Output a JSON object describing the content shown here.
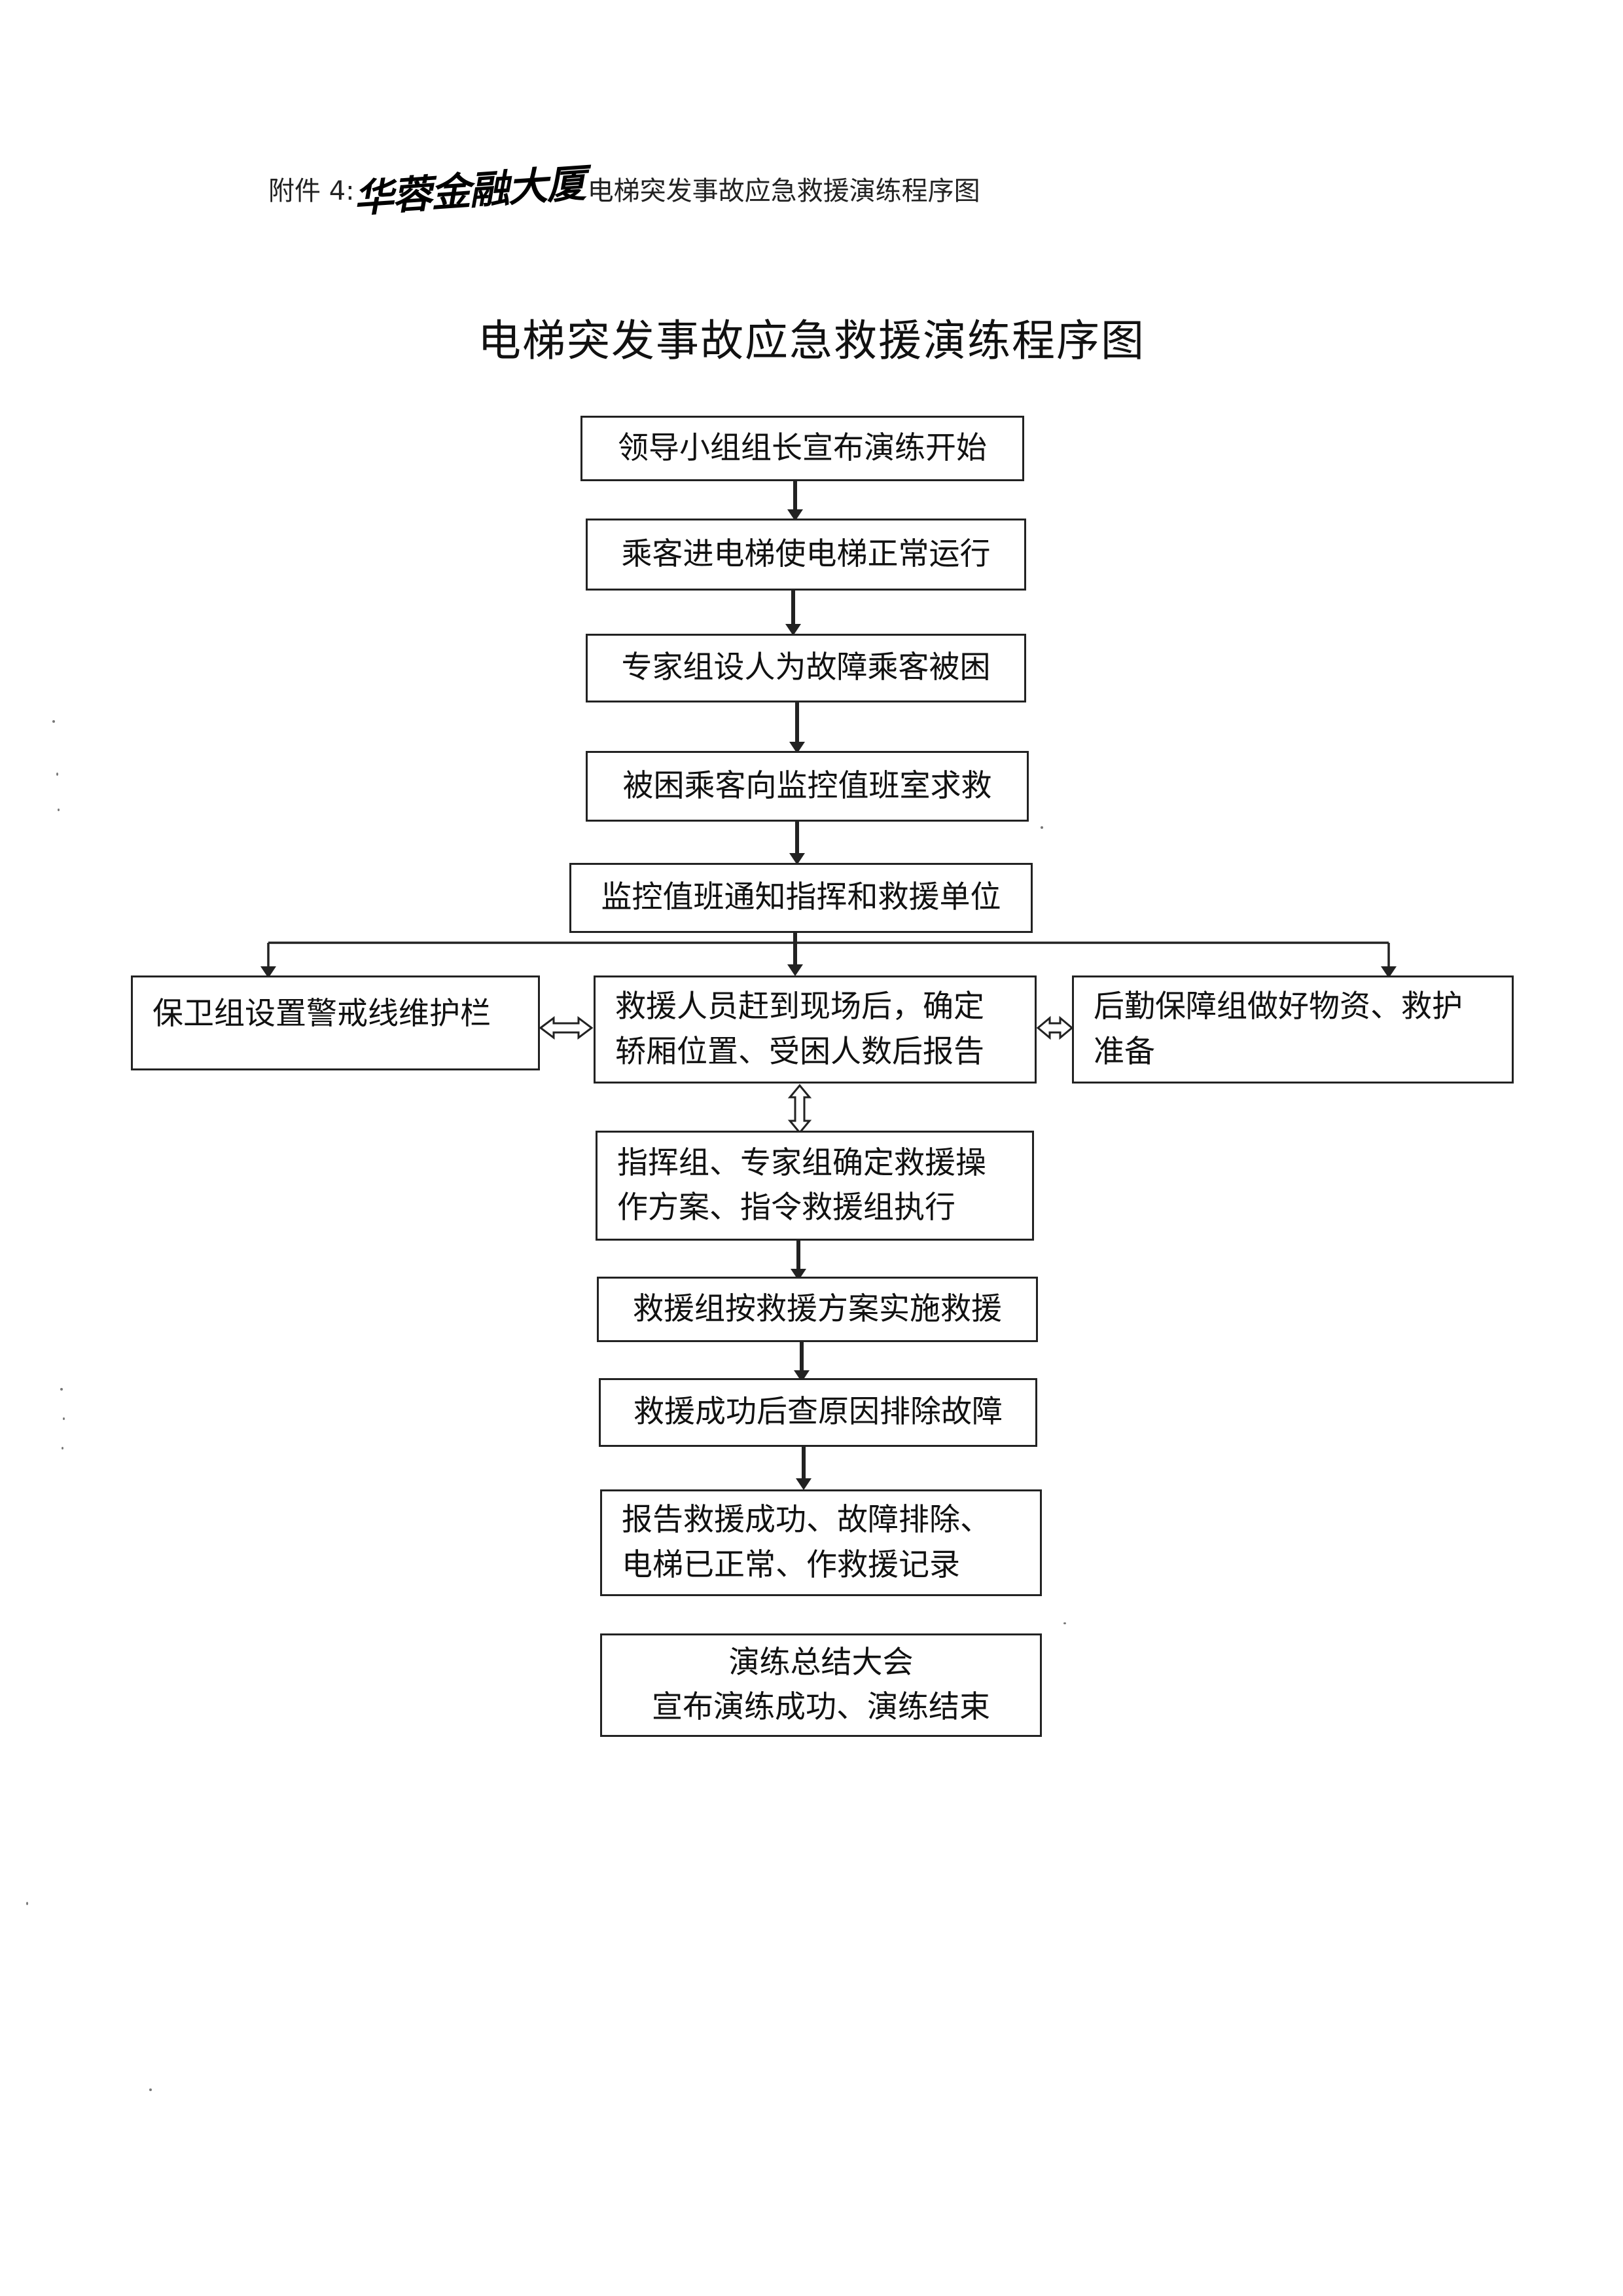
{
  "header": {
    "prefix": "附件 4:",
    "handwritten": "华蓉金融大厦",
    "suffix": "电梯突发事故应急救援演练程序图"
  },
  "title": "电梯突发事故应急救援演练程序图",
  "steps": {
    "step1": "领导小组组长宣布演练开始",
    "step2": "乘客进电梯使电梯正常运行",
    "step3": "专家组设人为故障乘客被困",
    "step4": "被困乘客向监控值班室求救",
    "step5": "监控值班通知指挥和救援单位",
    "left_branch": "保卫组设置警戒线维护栏",
    "center_line1": "救援人员赶到现场后，确定",
    "center_line2": "轿厢位置、受困人数后报告",
    "right_line1": "后勤保障组做好物资、救护",
    "right_line2": "准备",
    "step7_line1": "指挥组、专家组确定救援操",
    "step7_line2": "作方案、指令救援组执行",
    "step8": "救援组按救援方案实施救援",
    "step9": "救援成功后查原因排除故障",
    "step10_line1": "报告救援成功、故障排除、",
    "step10_line2": "电梯已正常、作救援记录",
    "step11_line1": "演练总结大会",
    "step11_line2": "宣布演练成功、演练结束"
  }
}
